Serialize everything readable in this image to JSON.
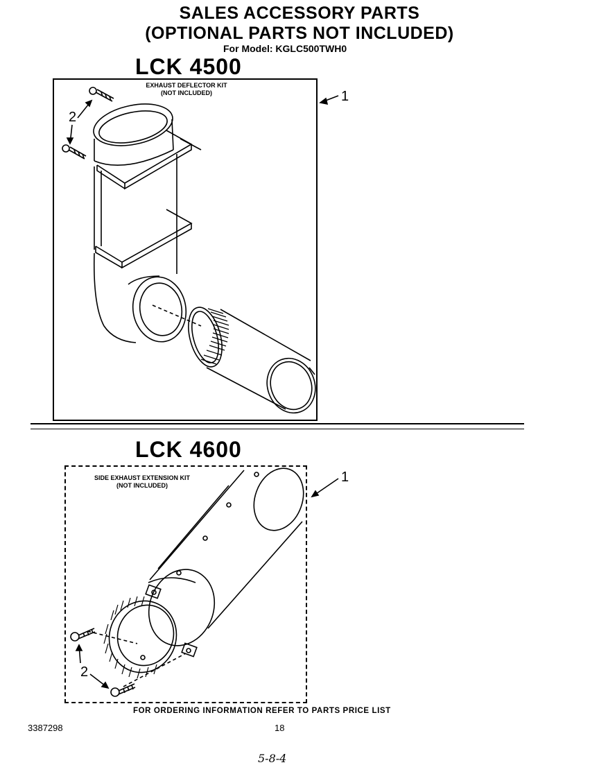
{
  "header": {
    "title_line1": "SALES ACCESSORY PARTS",
    "title_line2": "(OPTIONAL PARTS NOT INCLUDED)",
    "model_line": "For Model: KGLC500TWH0"
  },
  "section_top": {
    "title": "LCK 4500",
    "kit_line1": "EXHAUST DEFLECTOR KIT",
    "kit_line2": "(NOT INCLUDED)",
    "callout_1": "1",
    "callout_2": "2"
  },
  "section_bottom": {
    "title": "LCK 4600",
    "kit_line1": "SIDE EXHAUST EXTENSION KIT",
    "kit_line2": "(NOT INCLUDED)",
    "callout_1": "1",
    "callout_2": "2"
  },
  "footer": {
    "ordering_info": "FOR ORDERING INFORMATION REFER TO PARTS PRICE LIST",
    "part_number": "3387298",
    "page_number": "18",
    "handwritten_note": "5-8-4"
  }
}
